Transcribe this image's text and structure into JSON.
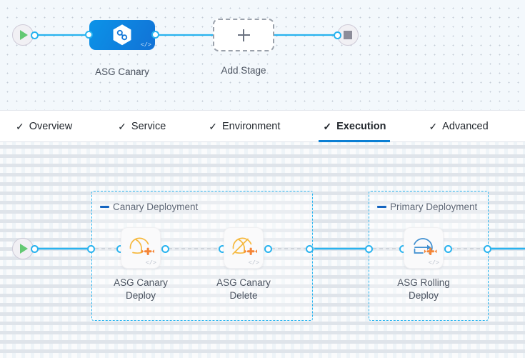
{
  "stage_canvas": {
    "start_node": {
      "name": "Pipeline Start",
      "icon": "play-icon"
    },
    "end_node": {
      "name": "Pipeline End",
      "icon": "stop-icon"
    },
    "stages": [
      {
        "label": "ASG Canary",
        "icon": "harness-hexagon-icon",
        "code_badge": "</>",
        "selected": true
      },
      {
        "label": "Add Stage",
        "icon": "plus-icon",
        "type": "add"
      }
    ]
  },
  "tabs": {
    "check_glyph": "✓",
    "items": [
      {
        "label": "Overview",
        "active": false
      },
      {
        "label": "Service",
        "active": false
      },
      {
        "label": "Environment",
        "active": false
      },
      {
        "label": "Execution",
        "active": true
      },
      {
        "label": "Advanced",
        "active": false
      }
    ]
  },
  "execution": {
    "start_node": {
      "name": "Execution Start",
      "icon": "play-icon"
    },
    "groups": [
      {
        "label": "Canary Deployment",
        "collapse_icon": "minus-icon",
        "steps": [
          {
            "label": "ASG Canary\nDeploy",
            "icon": "asg-canary-deploy-icon",
            "code_badge": "</>"
          },
          {
            "label": "ASG Canary\nDelete",
            "icon": "asg-canary-delete-icon",
            "code_badge": "</>"
          }
        ]
      },
      {
        "label": "Primary Deployment",
        "collapse_icon": "minus-icon",
        "steps": [
          {
            "label": "ASG Rolling\nDeploy",
            "icon": "asg-rolling-deploy-icon",
            "code_badge": "</>"
          }
        ]
      }
    ]
  },
  "colors": {
    "edge": "#28b3ef",
    "edge_dashed": "#b6bdc8",
    "group_border": "#2ab5f0",
    "accent": "#0b7fd4",
    "stage_gradient_from": "#0b93e8",
    "stage_gradient_to": "#1272d6",
    "aws_orange": "#f58536",
    "aws_yellow": "#f6b93f",
    "start_green": "#64c973",
    "stop_gray": "#8c8c99"
  }
}
